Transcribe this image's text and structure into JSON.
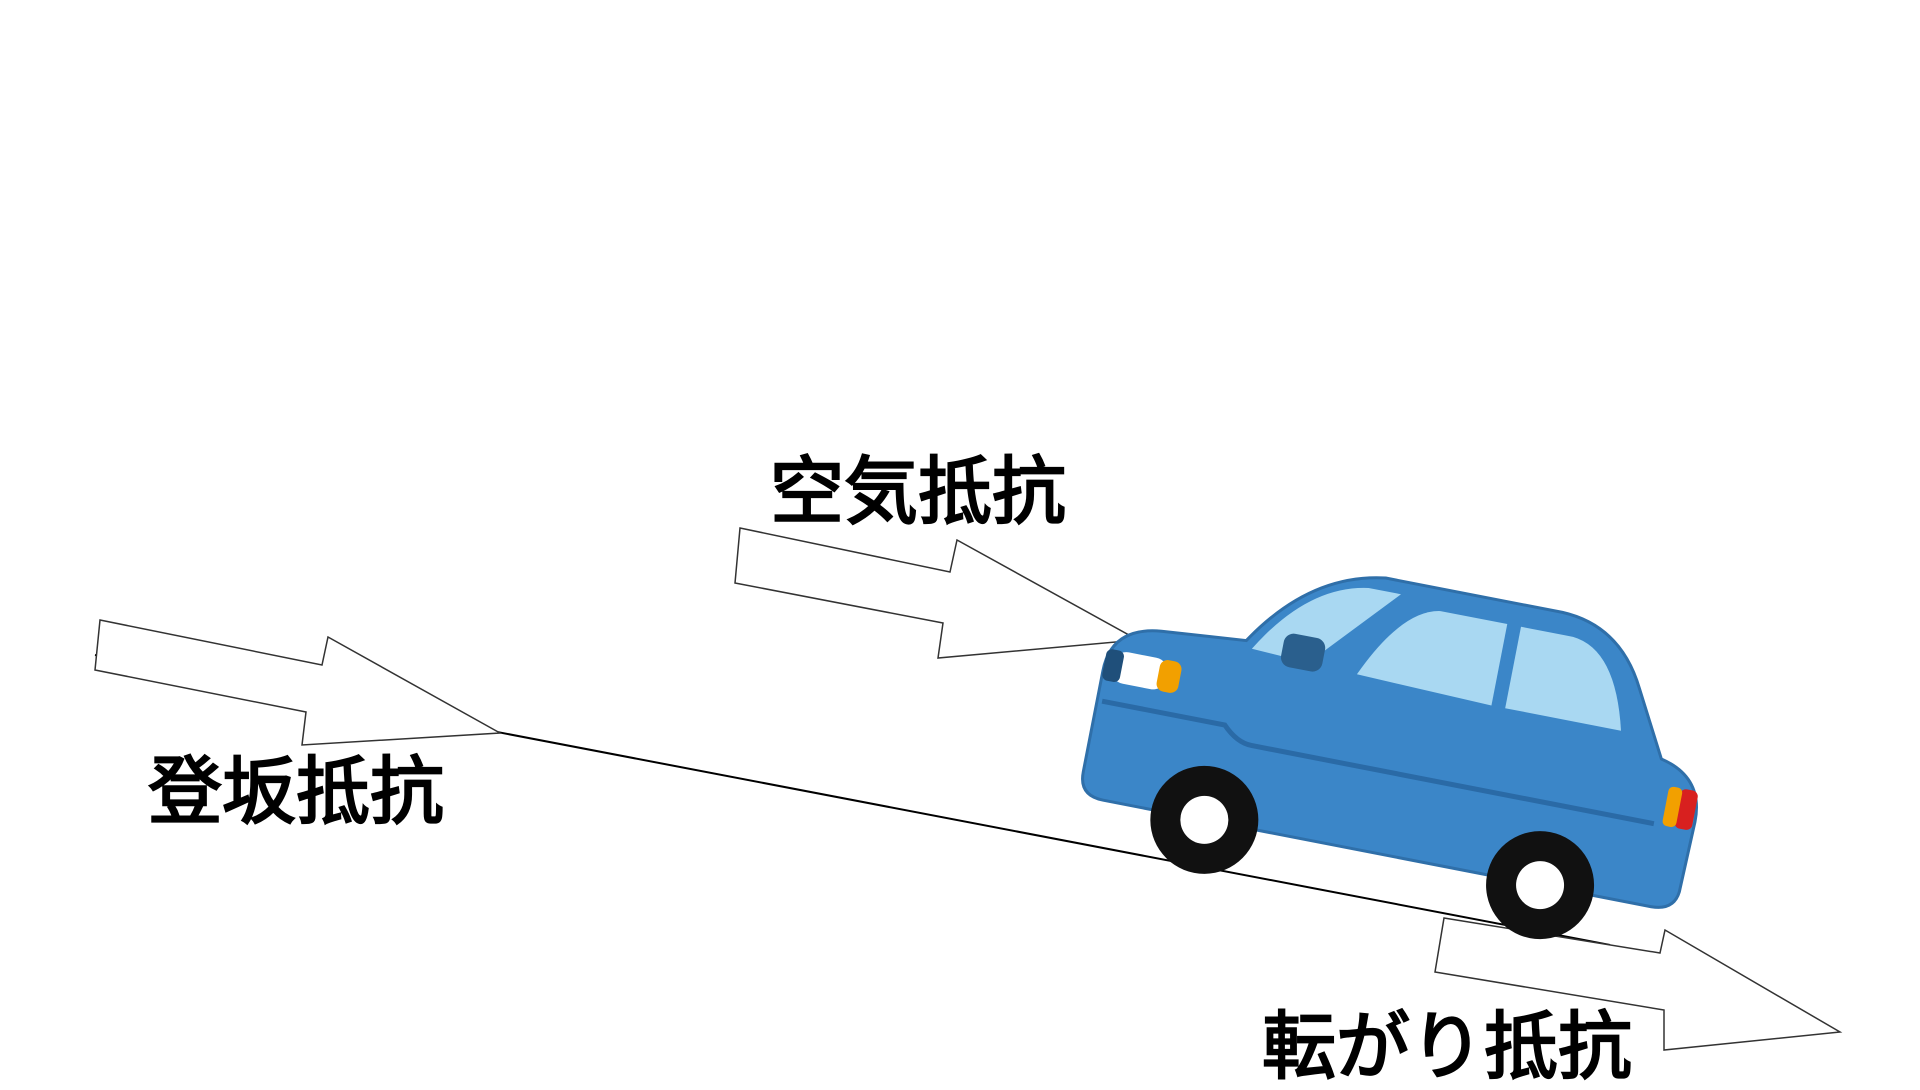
{
  "labels": {
    "air_resistance": "空気抵抗",
    "grade_resistance": "登坂抵抗",
    "rolling_resistance": "転がり抵抗"
  },
  "colors": {
    "car_body": "#3b86c8",
    "car_body_dark": "#2a6aa6",
    "car_window": "#a9d8f2",
    "tire": "#111111",
    "headlight_amber": "#f2a000",
    "tail_red": "#d8201f",
    "arrow_fill": "#ffffff",
    "arrow_stroke": "#333333"
  }
}
